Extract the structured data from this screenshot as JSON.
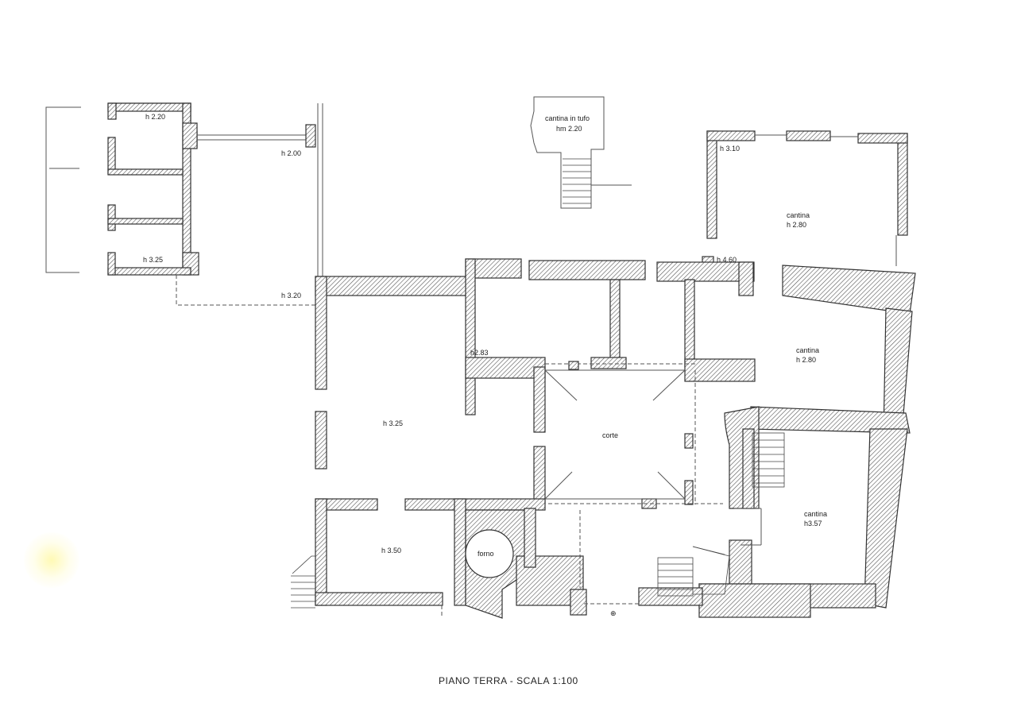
{
  "title": "PIANO TERRA - SCALA 1:100",
  "labels": {
    "annex_top_height": "h 2.20",
    "annex_bottom_height": "h 3.25",
    "passage_height": "h 2.00",
    "dashed_line_height": "h 3.20",
    "cellar_tufo_name": "cantina in tufo",
    "cellar_tufo_height": "hm 2.20",
    "cellar_ne_corner_height": "h 3.10",
    "cellar_ne_name": "cantina",
    "cellar_ne_height": "h  2.80",
    "threshold_height": "h 4.60",
    "cellar_e_name": "cantina",
    "cellar_e_height": "h  2.80",
    "room_mid_height": "h2.83",
    "main_room_height": "h 3.25",
    "courtyard": "corte",
    "room_sw_height": "h 3.50",
    "oven": "forno",
    "cellar_se_name": "cantina",
    "cellar_se_height": "h3.57"
  }
}
